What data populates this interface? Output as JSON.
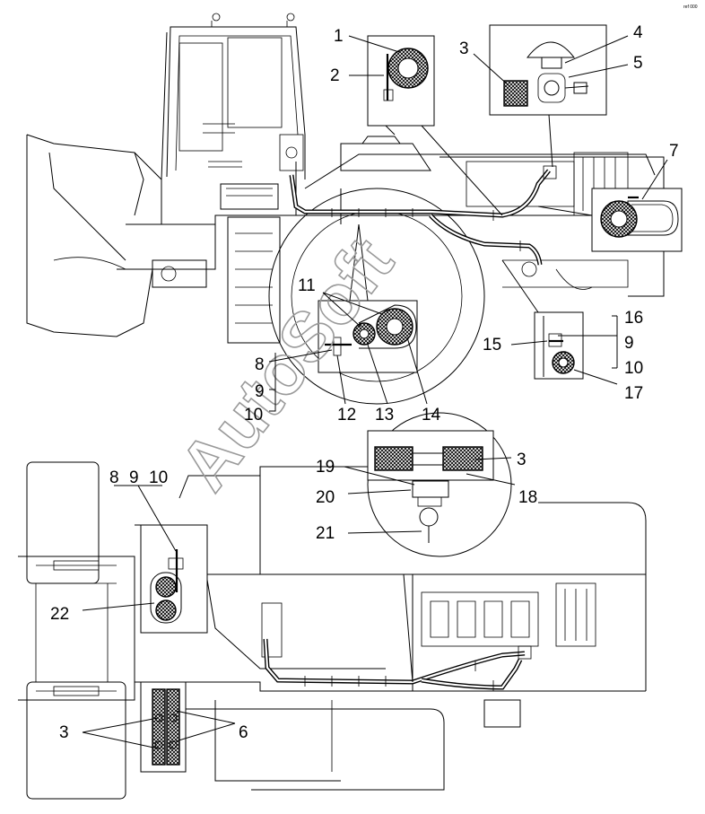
{
  "copyright": "ref 000",
  "watermark": "AutoSoft",
  "callouts_top": [
    {
      "id": "c1",
      "text": "1"
    },
    {
      "id": "c2",
      "text": "2"
    },
    {
      "id": "c3a",
      "text": "3"
    },
    {
      "id": "c4",
      "text": "4"
    },
    {
      "id": "c5",
      "text": "5"
    },
    {
      "id": "c7",
      "text": "7"
    },
    {
      "id": "c11",
      "text": "11"
    },
    {
      "id": "c8a",
      "text": "8"
    },
    {
      "id": "c9a",
      "text": "9"
    },
    {
      "id": "c10a",
      "text": "10"
    },
    {
      "id": "c12",
      "text": "12"
    },
    {
      "id": "c13",
      "text": "13"
    },
    {
      "id": "c14",
      "text": "14"
    },
    {
      "id": "c15",
      "text": "15"
    },
    {
      "id": "c16",
      "text": "16"
    },
    {
      "id": "c9b",
      "text": "9"
    },
    {
      "id": "c10b",
      "text": "10"
    },
    {
      "id": "c17",
      "text": "17"
    }
  ],
  "callouts_bottom": [
    {
      "id": "c8b",
      "text": "8"
    },
    {
      "id": "c9c",
      "text": "9"
    },
    {
      "id": "c10c",
      "text": "10"
    },
    {
      "id": "c19",
      "text": "19"
    },
    {
      "id": "c3b",
      "text": "3"
    },
    {
      "id": "c20",
      "text": "20"
    },
    {
      "id": "c18",
      "text": "18"
    },
    {
      "id": "c21",
      "text": "21"
    },
    {
      "id": "c22",
      "text": "22"
    },
    {
      "id": "c3c",
      "text": "3"
    },
    {
      "id": "c6",
      "text": "6"
    }
  ]
}
